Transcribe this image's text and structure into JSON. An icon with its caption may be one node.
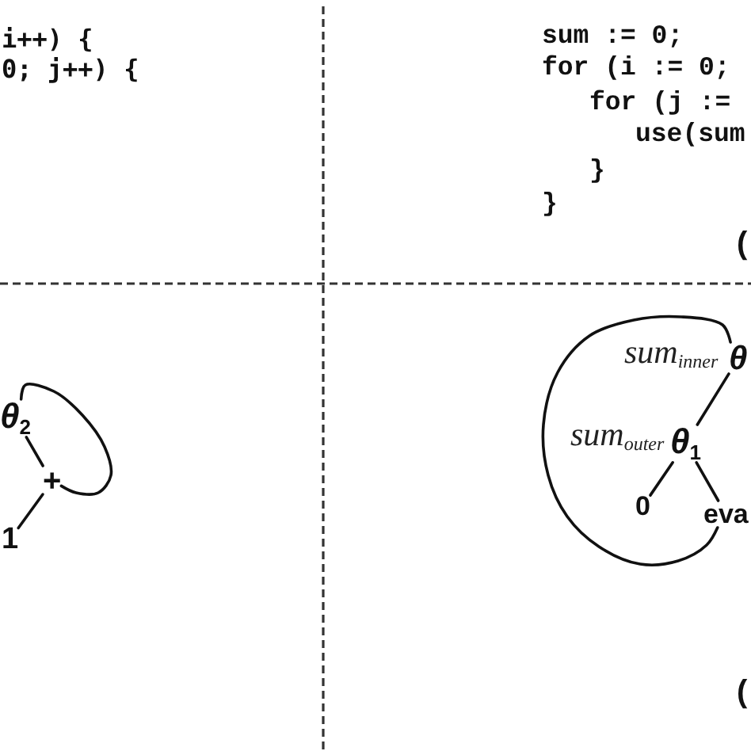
{
  "diagram": {
    "nodes": [
      {
        "text": [
          "θ$_{2}$"
        ]
      },
      {
        "text": [
          "+"
        ]
      },
      {
        "text": [
          "1"
        ]
      },
      {
        "text": [
          "θ"
        ],
        "beside": [
          "sum$_{inner}$"
        ]
      },
      {
        "text": [
          "θ$_{1}$"
        ],
        "beside": [
          "sum$_{outer}$"
        ]
      },
      {
        "text": [
          "0"
        ]
      },
      {
        "text": [
          "eva"
        ]
      }
    ],
    "edges": [
      {
        "from": 0,
        "to": 1,
        "arrow": "none"
      },
      {
        "from": 1,
        "to": 2,
        "arrow": "none"
      },
      {
        "from": 0,
        "to": 1,
        "arrow": "none"
      },
      {
        "from": 3,
        "to": 4,
        "arrow": "none"
      },
      {
        "from": 4,
        "to": 5,
        "arrow": "none"
      },
      {
        "from": 4,
        "to": 6,
        "arrow": "none"
      },
      {
        "from": 3,
        "to": 6,
        "arrow": "none"
      }
    ],
    "labels": [
      "i++) {",
      "0; j++) {",
      "sum := 0;",
      "for (i := 0;",
      "for (j :=",
      "use(sum",
      "}",
      "}",
      "(",
      "("
    ]
  }
}
